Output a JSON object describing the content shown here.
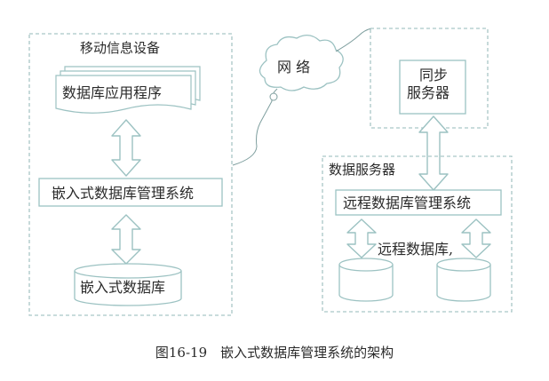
{
  "mobile_device": {
    "title": "移动信息设备",
    "app_label": "数据库应用程序",
    "dbms_label": "嵌入式数据库管理系统",
    "db_label": "嵌入式数据库"
  },
  "network": {
    "label": "网 络"
  },
  "sync_server": {
    "label_line1": "同步",
    "label_line2": "服务器"
  },
  "data_server": {
    "title": "数据服务器",
    "dbms_label": "远程数据库管理系统",
    "db_label": "远程数据库,"
  },
  "caption": "图16-19　嵌入式数据库管理系统的架构",
  "colors": {
    "dashed_border": "#a9c7c7",
    "box_border": "#9cc2c2",
    "arrow_stroke": "#9cc2c2",
    "arrow_fill": "#ffffff",
    "text": "#2a2a2a"
  }
}
